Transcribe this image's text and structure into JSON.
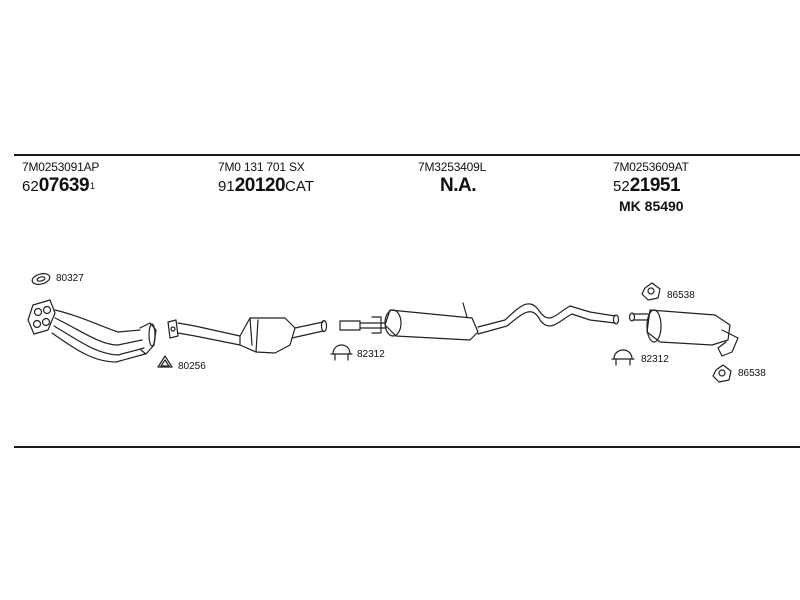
{
  "columns": [
    {
      "oe": "7M0253091AP",
      "prefix": "62",
      "code": "07639",
      "suffix": "1",
      "extra": ""
    },
    {
      "oe": "7M0 131 701 SX",
      "prefix": "91",
      "code": "20120",
      "suffix": "CAT",
      "extra": ""
    },
    {
      "oe": "7M3253409L",
      "prefix": "",
      "code": "N.A.",
      "suffix": "",
      "extra": ""
    },
    {
      "oe": "7M0253609AT",
      "prefix": "52",
      "code": "21951",
      "suffix": "",
      "extra": "MK 85490"
    }
  ],
  "callouts": {
    "c80327": "80327",
    "c80256": "80256",
    "c82312a": "82312",
    "c82312b": "82312",
    "c86538a": "86538",
    "c86538b": "86538"
  }
}
